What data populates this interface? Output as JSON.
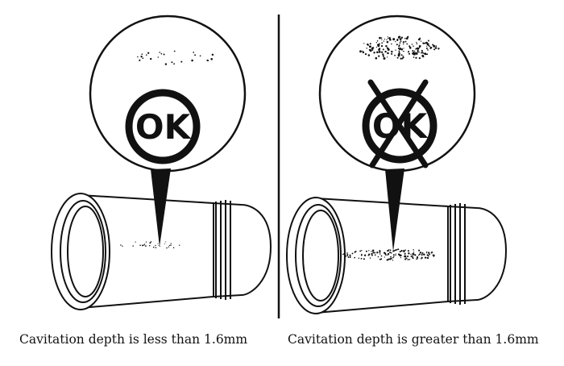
{
  "panels": [
    {
      "id": "acceptable",
      "badge_text": "OK",
      "crossed_out": false,
      "caption": "Cavitation depth is less than 1.6mm",
      "pitting_density": "light"
    },
    {
      "id": "rejected",
      "badge_text": "OK",
      "crossed_out": true,
      "caption": "Cavitation depth is greater than 1.6mm",
      "pitting_density": "heavy"
    }
  ],
  "colors": {
    "ink": "#111111",
    "paper": "#ffffff"
  }
}
